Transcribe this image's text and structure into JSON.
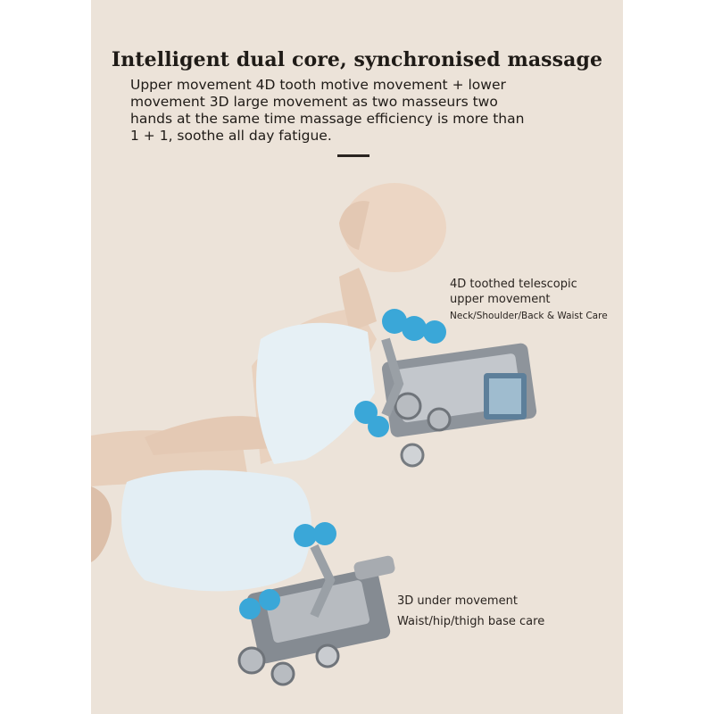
{
  "heading": {
    "title": "Intelligent dual core, synchronised massage",
    "description_lines": [
      "Upper movement 4D tooth motive movement + lower",
      "movement 3D large movement as two masseurs two",
      "hands at the same time massage efficiency is more than",
      " 1 + 1, soothe all day fatigue."
    ]
  },
  "callouts": {
    "upper": {
      "title_lines": [
        "4D toothed telescopic",
        "upper movement"
      ],
      "subtitle": "Neck/Shoulder/Back & Waist Care"
    },
    "lower": {
      "title": "3D under movement",
      "subtitle": "Waist/hip/thigh base care"
    }
  },
  "colors": {
    "background": "#ece3d9",
    "text": "#1f1b17",
    "roller_blue": "#3aa7d8",
    "skin": "#e9d2bf",
    "clothing": "#e6f0f5",
    "metal": "#a9adb2"
  },
  "icons": [
    "mannequin-figure",
    "upper-massage-mechanism",
    "lower-massage-mechanism"
  ]
}
